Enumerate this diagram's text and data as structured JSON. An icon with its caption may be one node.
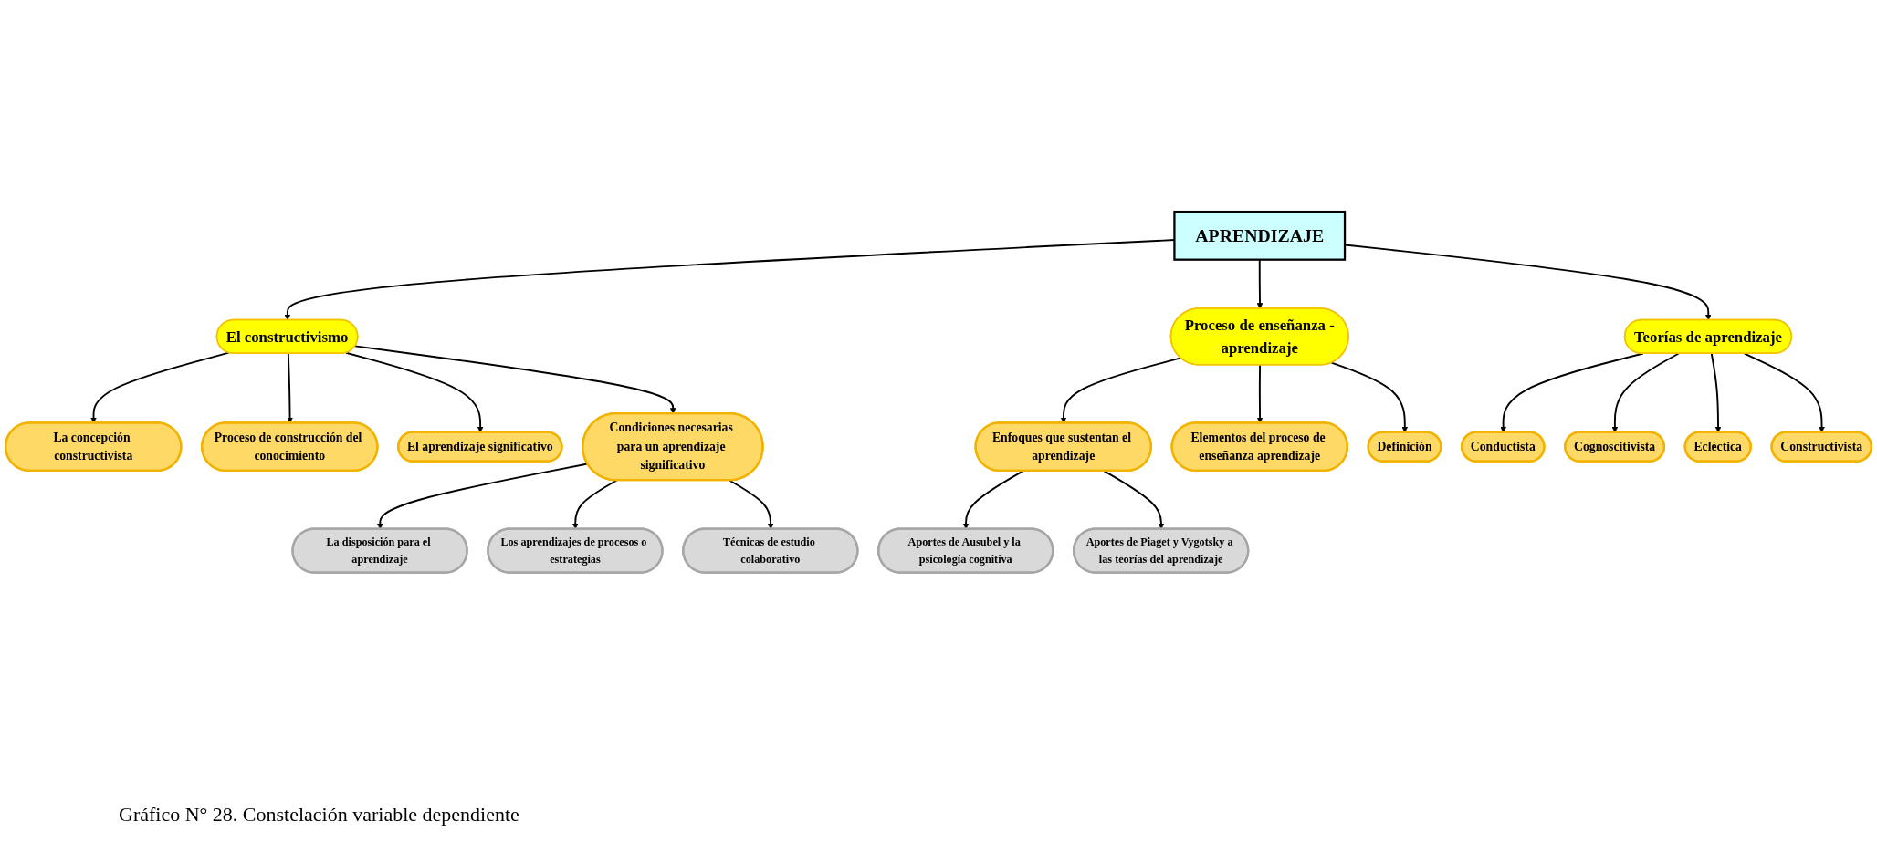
{
  "diagram": {
    "caption": "Gráfico N° 28. Constelación variable dependiente",
    "nodes": [
      {
        "text": [
          "APRENDIZAJE"
        ]
      },
      {
        "text": [
          "El constructivismo"
        ]
      },
      {
        "text": [
          "La concepción constructivista"
        ]
      },
      {
        "text": [
          "Proceso de construcción del conocimiento"
        ]
      },
      {
        "text": [
          "El aprendizaje significativo"
        ]
      },
      {
        "text": [
          "Condiciones necesarias para un aprendizaje significativo"
        ]
      },
      {
        "text": [
          "La disposición para el aprendizaje"
        ]
      },
      {
        "text": [
          "Los aprendizajes de procesos o estrategias"
        ]
      },
      {
        "text": [
          "Técnicas de estudio colaborativo"
        ]
      },
      {
        "text": [
          "Enfoques que sustentan el aprendizaje"
        ]
      },
      {
        "text": [
          "Aportes de Ausubel y la psicología cognitiva"
        ]
      },
      {
        "text": [
          "Aportes de Piaget y Vygotsky a las teorías del aprendizaje"
        ]
      },
      {
        "text": [
          "Proceso de enseñanza -aprendizaje"
        ]
      },
      {
        "text": [
          "Elementos del proceso de enseñanza aprendizaje"
        ]
      },
      {
        "text": [
          "Definición"
        ]
      },
      {
        "text": [
          "Teorías de aprendizaje"
        ]
      },
      {
        "text": [
          "Conductista"
        ]
      },
      {
        "text": [
          "Cognoscitivista"
        ]
      },
      {
        "text": [
          "Ecléctica"
        ]
      },
      {
        "text": [
          "Constructivista"
        ]
      }
    ],
    "edges": [
      {
        "from": 0,
        "to": 1,
        "arrow": "to"
      },
      {
        "from": 1,
        "to": 2,
        "arrow": "to"
      },
      {
        "from": 1,
        "to": 3,
        "arrow": "to"
      },
      {
        "from": 1,
        "to": 4,
        "arrow": "to"
      },
      {
        "from": 1,
        "to": 5,
        "arrow": "to"
      },
      {
        "from": 5,
        "to": 6,
        "arrow": "to"
      },
      {
        "from": 5,
        "to": 7,
        "arrow": "to"
      },
      {
        "from": 5,
        "to": 8,
        "arrow": "to"
      },
      {
        "from": 0,
        "to": 12,
        "arrow": "to"
      },
      {
        "from": 12,
        "to": 9,
        "arrow": "to"
      },
      {
        "from": 9,
        "to": 10,
        "arrow": "to"
      },
      {
        "from": 9,
        "to": 11,
        "arrow": "to"
      },
      {
        "from": 12,
        "to": 13,
        "arrow": "to"
      },
      {
        "from": 12,
        "to": 14,
        "arrow": "to"
      },
      {
        "from": 0,
        "to": 15,
        "arrow": "to"
      },
      {
        "from": 15,
        "to": 16,
        "arrow": "to"
      },
      {
        "from": 15,
        "to": 17,
        "arrow": "to"
      },
      {
        "from": 15,
        "to": 18,
        "arrow": "to"
      },
      {
        "from": 15,
        "to": 19,
        "arrow": "to"
      }
    ]
  }
}
